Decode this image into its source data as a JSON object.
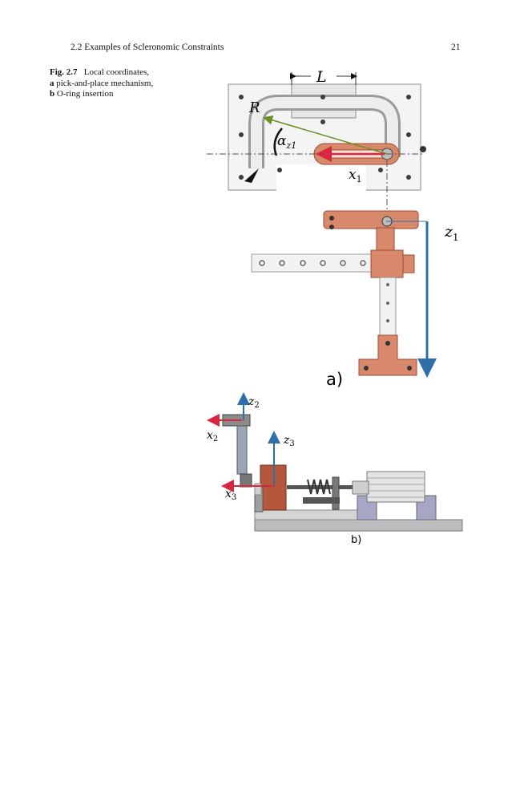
{
  "header": {
    "section": "2.2   Examples of Scleronomic Constraints",
    "page_number": "21"
  },
  "caption": {
    "label": "Fig. 2.7",
    "title": "Local coordinates,",
    "item_a_key": "a",
    "item_a_text": "pick-and-place mechanism,",
    "item_b_key": "b",
    "item_b_text": "O-ring insertion"
  },
  "figure_a": {
    "panel_label": "a)",
    "label_L": "L",
    "label_R": "R",
    "label_alpha": "α",
    "label_alpha_sub": "z1",
    "label_x1": "x",
    "label_x1_sub": "1",
    "label_z1": "z",
    "label_z1_sub": "1"
  },
  "figure_b": {
    "panel_label": "b)",
    "label_z2": "z",
    "label_z2_sub": "2",
    "label_x2": "x",
    "label_x2_sub": "2",
    "label_z3": "z",
    "label_z3_sub": "3",
    "label_x3": "x",
    "label_x3_sub": "3"
  },
  "colors": {
    "axis_blue": "#2f6fa8",
    "axis_red": "#d7263d",
    "copper": "#d9896b",
    "frame_gray": "#cfcfcf",
    "arrow_green": "#6b8e23"
  }
}
